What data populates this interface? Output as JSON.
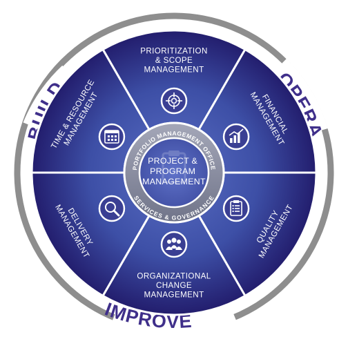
{
  "outer_labels": {
    "build": "BUILD",
    "operate": "OPERATE",
    "improve": "IMPROVE"
  },
  "segments": [
    {
      "lines": [
        "PRIORITIZATION",
        "& SCOPE",
        "MANAGEMENT"
      ],
      "icon": "target-icon"
    },
    {
      "lines": [
        "FINANCIAL",
        "MANAGEMENT"
      ],
      "icon": "bar-chart-icon"
    },
    {
      "lines": [
        "QUALITY",
        "MANAGEMENT"
      ],
      "icon": "checklist-icon"
    },
    {
      "lines": [
        "ORGANIZATIONAL",
        "CHANGE",
        "MANAGEMENT"
      ],
      "icon": "people-icon"
    },
    {
      "lines": [
        "DELIVERY",
        "MANAGEMENT"
      ],
      "icon": "magnifier-icon"
    },
    {
      "lines": [
        "TIME & RESOURCE",
        "MANAGEMENT"
      ],
      "icon": "calendar-icon"
    }
  ],
  "ring": {
    "top_text": "PORTFOLIO MANAGEMENT OFFICE",
    "bottom_text": "SERVICES & GOVERNANCE"
  },
  "core": {
    "lines": [
      "PROJECT &",
      "PROGRAM",
      "MANAGEMENT"
    ]
  },
  "colors": {
    "segment_light": "#4a5fb6",
    "segment_dark": "#241f73",
    "outer_ring": "#8e8e8e",
    "ring_band": "#8c90a6",
    "core": "#4b5bb0",
    "word": "#3f2f8a"
  }
}
